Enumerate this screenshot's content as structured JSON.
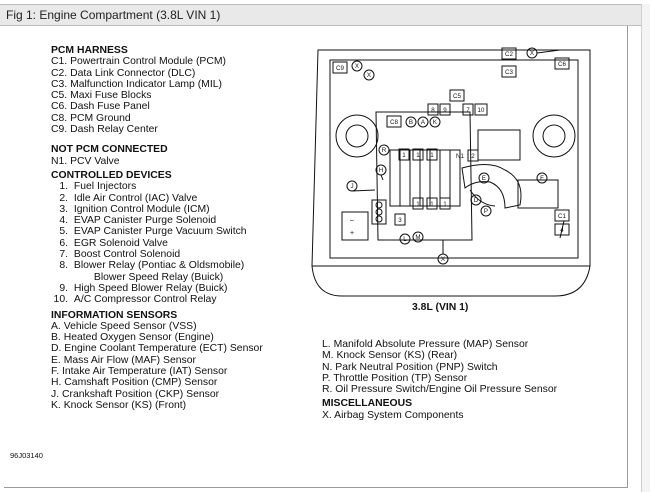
{
  "header": {
    "title": "Fig 1: Engine Compartment (3.8L VIN 1)"
  },
  "pcm_harness": {
    "title": "PCM HARNESS",
    "items": [
      {
        "code": "C1.",
        "text": "Powertrain Control Module (PCM)"
      },
      {
        "code": "C2.",
        "text": "Data Link Connector (DLC)"
      },
      {
        "code": "C3.",
        "text": "Malfunction Indicator Lamp (MIL)"
      },
      {
        "code": "C5.",
        "text": "Maxi Fuse Blocks"
      },
      {
        "code": "C6.",
        "text": "Dash Fuse Panel"
      },
      {
        "code": "C8.",
        "text": "PCM Ground"
      },
      {
        "code": "C9.",
        "text": "Dash Relay Center"
      }
    ]
  },
  "not_pcm_connected": {
    "title": "NOT PCM CONNECTED",
    "items": [
      {
        "code": "N1.",
        "text": "PCV Valve"
      }
    ]
  },
  "controlled_devices": {
    "title": "CONTROLLED DEVICES",
    "items": [
      {
        "code": "1.",
        "text": "Fuel Injectors"
      },
      {
        "code": "2.",
        "text": "Idle Air Control (IAC) Valve"
      },
      {
        "code": "3.",
        "text": "Ignition Control Module (ICM)"
      },
      {
        "code": "4.",
        "text": "EVAP Canister Purge Solenoid"
      },
      {
        "code": "5.",
        "text": "EVAP Canister Purge Vacuum Switch"
      },
      {
        "code": "6.",
        "text": "EGR Solenoid Valve"
      },
      {
        "code": "7.",
        "text": "Boost Control Solenoid"
      },
      {
        "code": "8.",
        "text": "Blower Relay (Pontiac & Oldsmobile)"
      },
      {
        "code": "",
        "text": "Blower Speed Relay (Buick)"
      },
      {
        "code": "9.",
        "text": "High Speed Blower Relay (Buick)"
      },
      {
        "code": "10.",
        "text": "A/C Compressor Control Relay"
      }
    ]
  },
  "information_sensors": {
    "title": "INFORMATION SENSORS",
    "items": [
      {
        "code": "A.",
        "text": "Vehicle Speed Sensor (VSS)"
      },
      {
        "code": "B.",
        "text": "Heated Oxygen Sensor (Engine)"
      },
      {
        "code": "D.",
        "text": "Engine Coolant Temperature (ECT) Sensor"
      },
      {
        "code": "E.",
        "text": "Mass Air Flow (MAF) Sensor"
      },
      {
        "code": "F.",
        "text": "Intake Air Temperature (IAT) Sensor"
      },
      {
        "code": "H.",
        "text": "Camshaft Position (CMP) Sensor"
      },
      {
        "code": "J.",
        "text": "Crankshaft Position (CKP) Sensor"
      },
      {
        "code": "K.",
        "text": "Knock Sensor (KS) (Front)"
      }
    ]
  },
  "information_sensors_cont": {
    "items": [
      {
        "code": "L.",
        "text": "Manifold Absolute Pressure (MAP) Sensor"
      },
      {
        "code": "M.",
        "text": "Knock Sensor (KS) (Rear)"
      },
      {
        "code": "N.",
        "text": "Park Neutral Position (PNP) Switch"
      },
      {
        "code": "P.",
        "text": "Throttle Position (TP) Sensor"
      },
      {
        "code": "R.",
        "text": "Oil Pressure Switch/Engine Oil Pressure Sensor"
      }
    ]
  },
  "miscellaneous": {
    "title": "MISCELLANEOUS",
    "items": [
      {
        "code": "X.",
        "text": "Airbag System Components"
      }
    ]
  },
  "diagram": {
    "caption": "3.8L (VIN 1)",
    "figure_code": "96J03140",
    "labels": {
      "c2": "C2",
      "c3": "C3",
      "c6": "C6",
      "c9": "C9",
      "c5": "C5",
      "c8": "C8",
      "c1": "C1",
      "x": "X",
      "b": "B",
      "a": "A",
      "k": "K",
      "r": "R",
      "h": "H",
      "j": "J",
      "d": "D",
      "e": "E",
      "f": "F",
      "p": "P",
      "l": "L",
      "m": "M",
      "n1": "N1",
      "n8": "8",
      "n9": "9",
      "n7": "7",
      "n10": "10",
      "n1r": "1",
      "n2": "2",
      "n3": "3",
      "n4": "4"
    }
  }
}
